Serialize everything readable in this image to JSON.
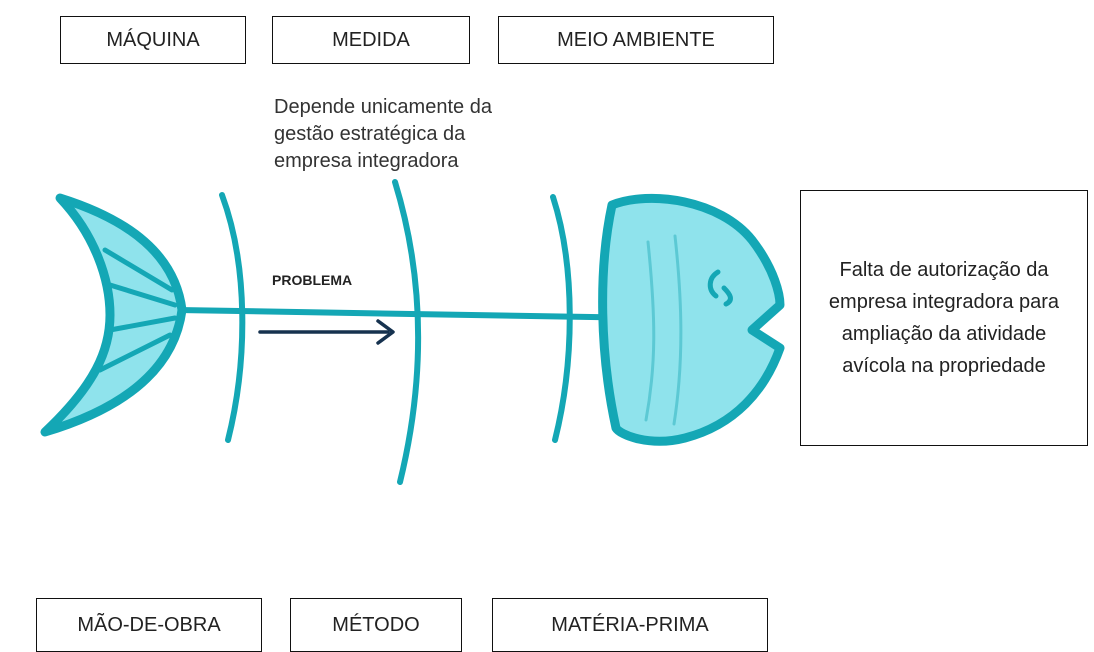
{
  "categories": {
    "top": [
      "MÁQUINA",
      "MEDIDA",
      "MEIO AMBIENTE"
    ],
    "bottom": [
      "MÃO-DE-OBRA",
      "MÉTODO",
      "MATÉRIA-PRIMA"
    ]
  },
  "cause_note": "Depende unicamente da gestão estratégica da empresa integradora",
  "problem_label": "PROBLEMA",
  "effect": "Falta de autorização da empresa integradora para ampliação da atividade avícola na propriedade",
  "colors": {
    "fish_fill": "#8fe3ec",
    "fish_stroke": "#14a7b5",
    "arrow": "#16324f"
  }
}
